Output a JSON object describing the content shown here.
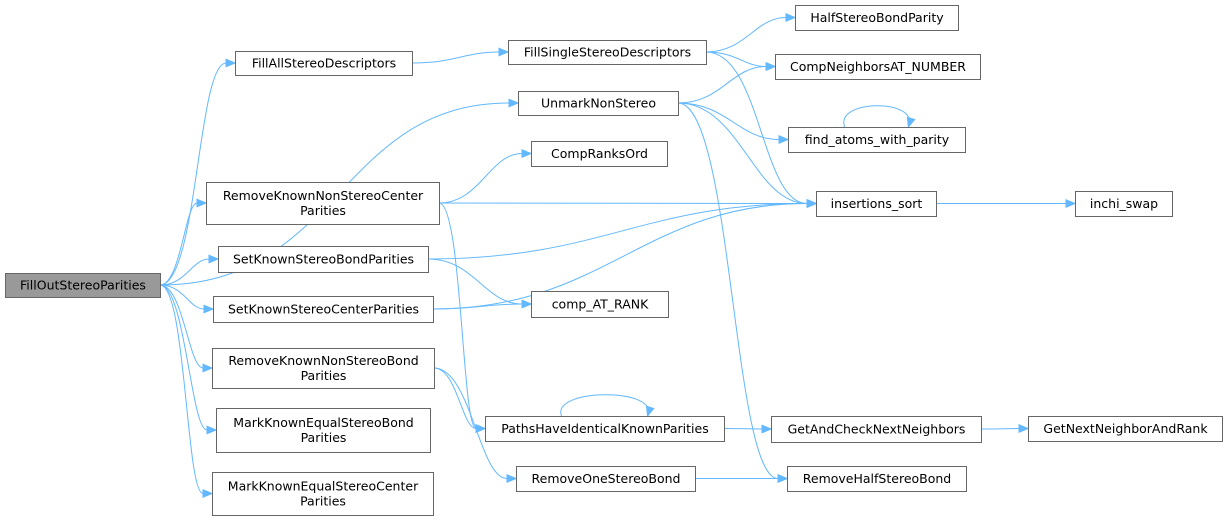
{
  "diagram": {
    "type": "call-graph",
    "colors": {
      "edge": "#63b8ff",
      "node_border": "#666666",
      "root_fill": "#999999",
      "node_fill": "#ffffff"
    },
    "nodes": [
      {
        "id": "FillOutStereoParities",
        "lines": [
          "FillOutStereoParities"
        ],
        "root": true
      },
      {
        "id": "FillAllStereoDescriptors",
        "lines": [
          "FillAllStereoDescriptors"
        ]
      },
      {
        "id": "UnmarkNonStereo",
        "lines": [
          "UnmarkNonStereo"
        ]
      },
      {
        "id": "RemoveKnownNonStereoCenterParities",
        "lines": [
          "RemoveKnownNonStereoCenter",
          "Parities"
        ]
      },
      {
        "id": "SetKnownStereoBondParities",
        "lines": [
          "SetKnownStereoBondParities"
        ]
      },
      {
        "id": "SetKnownStereoCenterParities",
        "lines": [
          "SetKnownStereoCenterParities"
        ]
      },
      {
        "id": "RemoveKnownNonStereoBondParities",
        "lines": [
          "RemoveKnownNonStereoBond",
          "Parities"
        ]
      },
      {
        "id": "MarkKnownEqualStereoBondParities",
        "lines": [
          "MarkKnownEqualStereoBond",
          "Parities"
        ]
      },
      {
        "id": "MarkKnownEqualStereoCenterParities",
        "lines": [
          "MarkKnownEqualStereoCenter",
          "Parities"
        ]
      },
      {
        "id": "FillSingleStereoDescriptors",
        "lines": [
          "FillSingleStereoDescriptors"
        ]
      },
      {
        "id": "CompRanksOrd",
        "lines": [
          "CompRanksOrd"
        ]
      },
      {
        "id": "comp_AT_RANK",
        "lines": [
          "comp_AT_RANK"
        ]
      },
      {
        "id": "PathsHaveIdenticalKnownParities",
        "lines": [
          "PathsHaveIdenticalKnownParities"
        ]
      },
      {
        "id": "RemoveOneStereoBond",
        "lines": [
          "RemoveOneStereoBond"
        ]
      },
      {
        "id": "HalfStereoBondParity",
        "lines": [
          "HalfStereoBondParity"
        ]
      },
      {
        "id": "CompNeighborsAT_NUMBER",
        "lines": [
          "CompNeighborsAT_NUMBER"
        ]
      },
      {
        "id": "find_atoms_with_parity",
        "lines": [
          "find_atoms_with_parity"
        ]
      },
      {
        "id": "insertions_sort",
        "lines": [
          "insertions_sort"
        ]
      },
      {
        "id": "GetAndCheckNextNeighbors",
        "lines": [
          "GetAndCheckNextNeighbors"
        ]
      },
      {
        "id": "RemoveHalfStereoBond",
        "lines": [
          "RemoveHalfStereoBond"
        ]
      },
      {
        "id": "inchi_swap",
        "lines": [
          "inchi_swap"
        ]
      },
      {
        "id": "GetNextNeighborAndRank",
        "lines": [
          "GetNextNeighborAndRank"
        ]
      }
    ],
    "edges": [
      {
        "from": "FillOutStereoParities",
        "to": "FillAllStereoDescriptors"
      },
      {
        "from": "FillOutStereoParities",
        "to": "UnmarkNonStereo"
      },
      {
        "from": "FillOutStereoParities",
        "to": "RemoveKnownNonStereoCenterParities"
      },
      {
        "from": "FillOutStereoParities",
        "to": "SetKnownStereoBondParities"
      },
      {
        "from": "FillOutStereoParities",
        "to": "SetKnownStereoCenterParities"
      },
      {
        "from": "FillOutStereoParities",
        "to": "RemoveKnownNonStereoBondParities"
      },
      {
        "from": "FillOutStereoParities",
        "to": "MarkKnownEqualStereoBondParities"
      },
      {
        "from": "FillOutStereoParities",
        "to": "MarkKnownEqualStereoCenterParities"
      },
      {
        "from": "FillAllStereoDescriptors",
        "to": "FillSingleStereoDescriptors"
      },
      {
        "from": "FillSingleStereoDescriptors",
        "to": "HalfStereoBondParity"
      },
      {
        "from": "FillSingleStereoDescriptors",
        "to": "CompNeighborsAT_NUMBER"
      },
      {
        "from": "FillSingleStereoDescriptors",
        "to": "insertions_sort"
      },
      {
        "from": "UnmarkNonStereo",
        "to": "CompNeighborsAT_NUMBER"
      },
      {
        "from": "UnmarkNonStereo",
        "to": "find_atoms_with_parity"
      },
      {
        "from": "UnmarkNonStereo",
        "to": "insertions_sort"
      },
      {
        "from": "UnmarkNonStereo",
        "to": "RemoveHalfStereoBond"
      },
      {
        "from": "find_atoms_with_parity",
        "to": "find_atoms_with_parity"
      },
      {
        "from": "RemoveKnownNonStereoCenterParities",
        "to": "CompRanksOrd"
      },
      {
        "from": "RemoveKnownNonStereoCenterParities",
        "to": "insertions_sort"
      },
      {
        "from": "RemoveKnownNonStereoCenterParities",
        "to": "PathsHaveIdenticalKnownParities"
      },
      {
        "from": "SetKnownStereoBondParities",
        "to": "insertions_sort"
      },
      {
        "from": "SetKnownStereoBondParities",
        "to": "comp_AT_RANK"
      },
      {
        "from": "SetKnownStereoCenterParities",
        "to": "comp_AT_RANK"
      },
      {
        "from": "SetKnownStereoCenterParities",
        "to": "insertions_sort"
      },
      {
        "from": "RemoveKnownNonStereoBondParities",
        "to": "PathsHaveIdenticalKnownParities"
      },
      {
        "from": "RemoveKnownNonStereoBondParities",
        "to": "RemoveOneStereoBond"
      },
      {
        "from": "PathsHaveIdenticalKnownParities",
        "to": "PathsHaveIdenticalKnownParities"
      },
      {
        "from": "PathsHaveIdenticalKnownParities",
        "to": "GetAndCheckNextNeighbors"
      },
      {
        "from": "RemoveOneStereoBond",
        "to": "RemoveHalfStereoBond"
      },
      {
        "from": "insertions_sort",
        "to": "inchi_swap"
      },
      {
        "from": "GetAndCheckNextNeighbors",
        "to": "GetNextNeighborAndRank"
      }
    ]
  }
}
